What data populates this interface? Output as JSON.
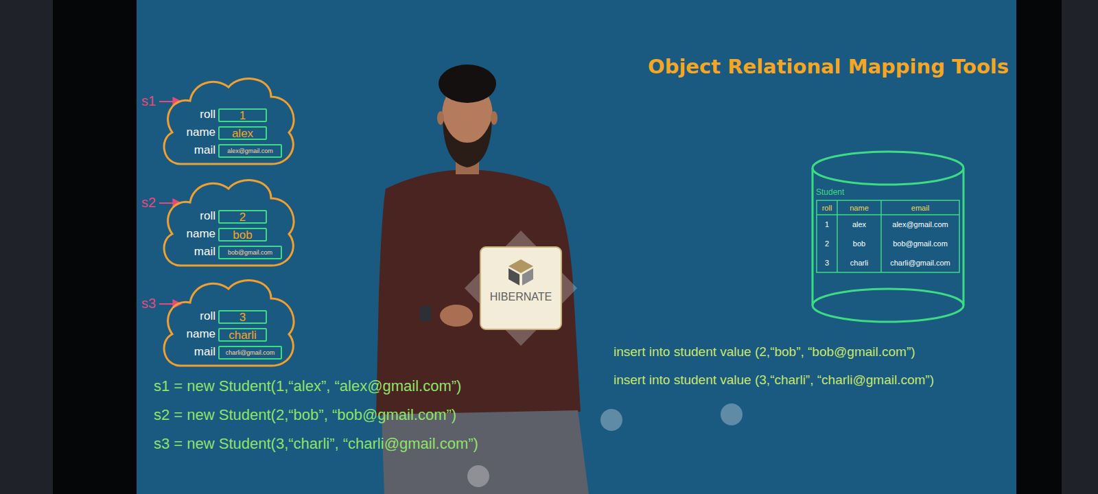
{
  "diagram": {
    "title": "Object Relational Mapping Tools",
    "nodes": [
      {
        "text": [
          "roll",
          "name",
          "mail"
        ]
      },
      {
        "text": [
          "1"
        ],
        "in": 0
      },
      {
        "text": [
          "alex"
        ],
        "in": 0
      },
      {
        "text": [
          "alex@gmail.com"
        ],
        "in": 0
      },
      {
        "text": [
          "roll",
          "name",
          "mail"
        ]
      },
      {
        "text": [
          "2"
        ],
        "in": 4
      },
      {
        "text": [
          "bob"
        ],
        "in": 4
      },
      {
        "text": [
          "bob@gmail.com"
        ],
        "in": 4
      },
      {
        "text": [
          "roll",
          "name",
          "mail"
        ]
      },
      {
        "text": [
          "3"
        ],
        "in": 8
      },
      {
        "text": [
          "charli"
        ],
        "in": 8
      },
      {
        "text": [
          "charli@gmail.com"
        ],
        "in": 8
      },
      {
        "text": [
          "HIBERNATE"
        ]
      },
      {
        "text": [
          "Student"
        ]
      }
    ],
    "labels": [
      "s1",
      "s2",
      "s3",
      "roll",
      "name",
      "email",
      "1",
      "alex",
      "alex@gmail.com",
      "2",
      "bob",
      "bob@gmail.com",
      "3",
      "charli",
      "charli@gmail.com",
      "insert into student value (2,“bob”, “bob@gmail.com”)",
      "insert into student value (3,“charli”, “charli@gmail.com”)",
      "s1 = new Student(1,“alex”, “alex@gmail.com”)",
      "s2 = new Student(2,“bob”, “bob@gmail.com”)",
      "s3 = new Student(3,“charli”, “charli@gmail.com”)"
    ]
  }
}
